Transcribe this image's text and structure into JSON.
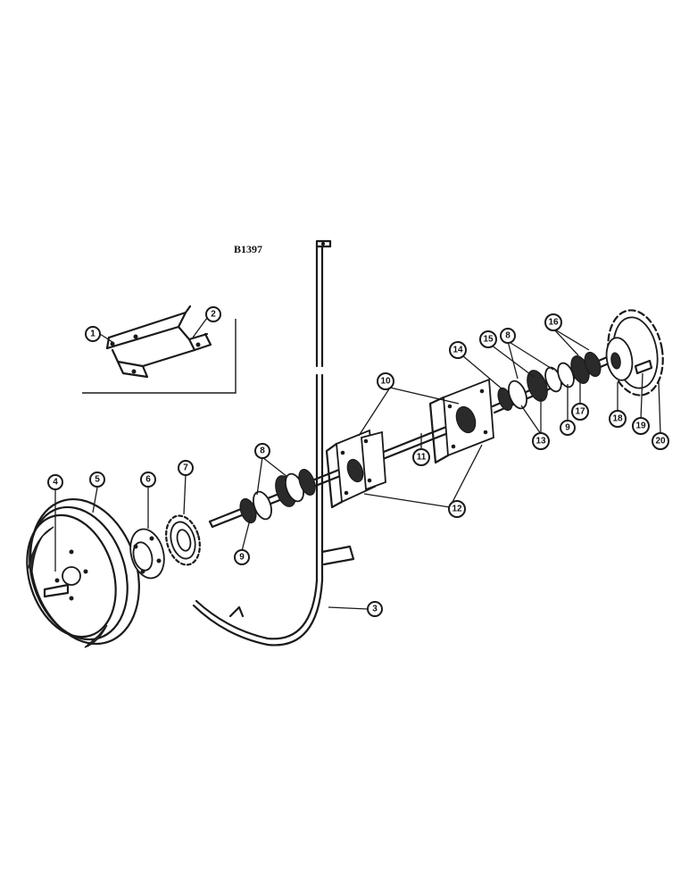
{
  "figure": {
    "reference_code": "B1397"
  },
  "callouts": [
    {
      "id": "c1",
      "label": "1"
    },
    {
      "id": "c2",
      "label": "2"
    },
    {
      "id": "c3",
      "label": "3"
    },
    {
      "id": "c4",
      "label": "4"
    },
    {
      "id": "c5",
      "label": "5"
    },
    {
      "id": "c6",
      "label": "6"
    },
    {
      "id": "c7",
      "label": "7"
    },
    {
      "id": "c8a",
      "label": "8"
    },
    {
      "id": "c9a",
      "label": "9"
    },
    {
      "id": "c10",
      "label": "10"
    },
    {
      "id": "c11",
      "label": "11"
    },
    {
      "id": "c12",
      "label": "12"
    },
    {
      "id": "c14",
      "label": "14"
    },
    {
      "id": "c15",
      "label": "15"
    },
    {
      "id": "c8b",
      "label": "8"
    },
    {
      "id": "c16",
      "label": "16"
    },
    {
      "id": "c13",
      "label": "13"
    },
    {
      "id": "c9b",
      "label": "9"
    },
    {
      "id": "c17",
      "label": "17"
    },
    {
      "id": "c18",
      "label": "18"
    },
    {
      "id": "c19",
      "label": "19"
    },
    {
      "id": "c20",
      "label": "20"
    }
  ]
}
